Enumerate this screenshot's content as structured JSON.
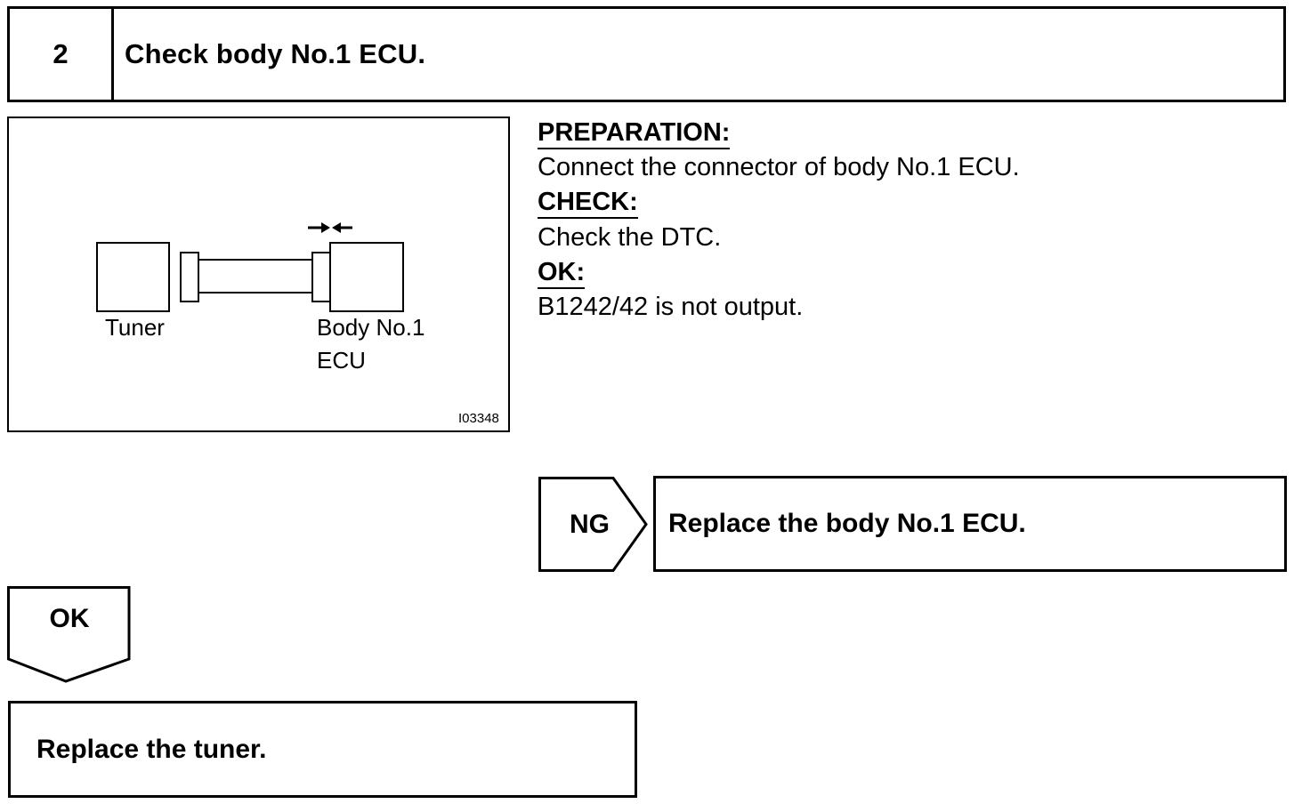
{
  "step": {
    "number": "2",
    "title": "Check body No.1 ECU."
  },
  "figure": {
    "label_tuner": "Tuner",
    "label_ecu_line1": "Body No.1",
    "label_ecu_line2": "ECU",
    "figure_code": "I03348",
    "icon": "connect-arrows-icon"
  },
  "instructions": {
    "preparation_heading": "PREPARATION:",
    "preparation_text": "Connect the connector of body No.1 ECU.",
    "check_heading": "CHECK:",
    "check_text": "Check the DTC.",
    "ok_heading": "OK:",
    "ok_text": "B1242/42 is not output."
  },
  "results": {
    "ng_label": "NG",
    "ng_action": "Replace the body No.1 ECU.",
    "ok_label": "OK",
    "ok_action": "Replace the tuner."
  }
}
